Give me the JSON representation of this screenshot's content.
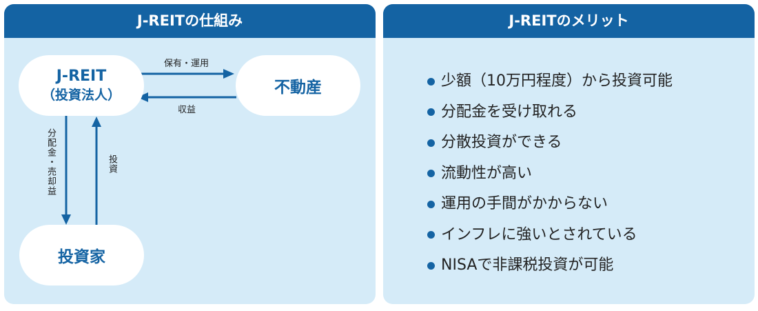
{
  "left_panel": {
    "title": "J-REITの仕組み",
    "nodes": {
      "jreit": {
        "line1": "J-REIT",
        "line2": "（投資法人）"
      },
      "realestate": "不動産",
      "investor": "投資家"
    },
    "arrows": {
      "hold_manage": "保有・運用",
      "revenue": "収益",
      "distribution": "分配金・売却益",
      "investment": "投資"
    }
  },
  "right_panel": {
    "title": "J-REITのメリット",
    "items": [
      "少額（10万円程度）から投資可能",
      "分配金を受け取れる",
      "分散投資ができる",
      "流動性が高い",
      "運用の手間がかからない",
      "インフレに強いとされている",
      "NISAで非課税投資が可能"
    ]
  },
  "colors": {
    "accent": "#1463a3",
    "panel_bg": "#d5ebf8"
  }
}
